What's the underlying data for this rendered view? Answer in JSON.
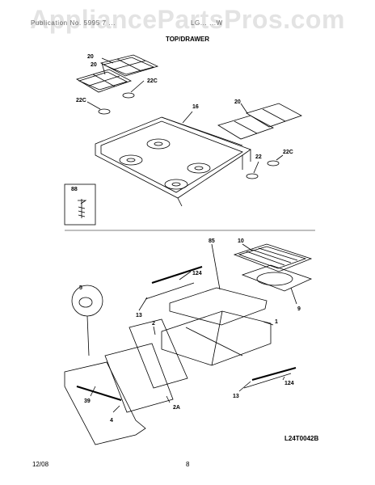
{
  "watermark": "AppliancePartsPros.com",
  "header": {
    "left": "Publication No. 5995 7 ...",
    "right": "LG... ...W"
  },
  "section_title": "TOP/DRAWER",
  "parts": {
    "grate_left_top": "20",
    "grate_left_mid": "20",
    "cap_22c_a": "22C",
    "cap_22c_b": "22C",
    "cooktop": "16",
    "grate_right": "20",
    "cap_22c_c": "22C",
    "cap_22": "22",
    "screw": "88",
    "broiler_pan": "10",
    "glide_85": "85",
    "rail_124_top": "124",
    "pan_9": "9",
    "knob_5": "5",
    "rail_13_top": "13",
    "drawer_body": "1",
    "drawer_side": "2",
    "drawer_2a": "2A",
    "drawer_front": "39",
    "panel_4": "4",
    "rail_124_bottom": "124",
    "rail_13_bottom": "13"
  },
  "diagram_code": "L24T0042B",
  "footer": {
    "date": "12/08",
    "page": "8"
  }
}
